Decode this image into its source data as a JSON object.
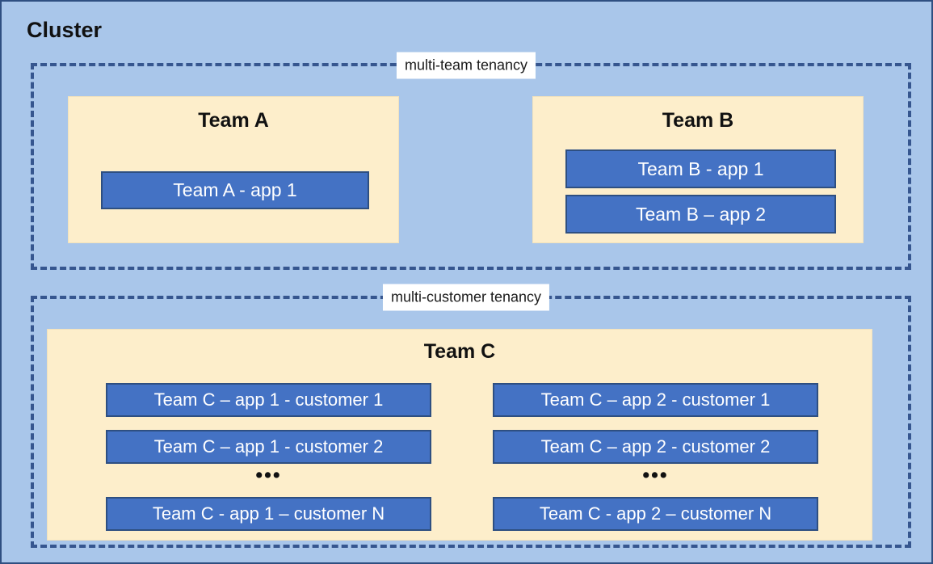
{
  "diagram": {
    "title": "Cluster",
    "colors": {
      "canvas_background": "#a9c6ea",
      "canvas_border": "#2f4f81",
      "tenancy_border": "#36568f",
      "team_box_fill": "#fdeecb",
      "app_box_fill": "#4472c4",
      "app_box_border": "#2e4f81",
      "app_box_text": "#ffffff",
      "label_background": "#ffffff",
      "text": "#111111"
    },
    "zones": [
      {
        "id": "multi-team",
        "label": "multi-team tenancy",
        "teams": [
          {
            "id": "team-a",
            "title": "Team A",
            "apps": [
              {
                "label": "Team A - app 1"
              }
            ]
          },
          {
            "id": "team-b",
            "title": "Team B",
            "apps": [
              {
                "label": "Team B - app 1"
              },
              {
                "label": "Team B – app 2"
              }
            ]
          }
        ]
      },
      {
        "id": "multi-customer",
        "label": "multi-customer tenancy",
        "teams": [
          {
            "id": "team-c",
            "title": "Team C",
            "columns": [
              {
                "id": "app-1",
                "ellipsis": "•••",
                "apps": [
                  {
                    "label": "Team C – app 1 - customer 1"
                  },
                  {
                    "label": "Team C – app 1 - customer 2"
                  },
                  {
                    "label": "Team C - app 1 – customer N"
                  }
                ]
              },
              {
                "id": "app-2",
                "ellipsis": "•••",
                "apps": [
                  {
                    "label": "Team C – app 2 - customer 1"
                  },
                  {
                    "label": "Team C – app 2 - customer 2"
                  },
                  {
                    "label": "Team C - app 2 – customer N"
                  }
                ]
              }
            ]
          }
        ]
      }
    ]
  }
}
